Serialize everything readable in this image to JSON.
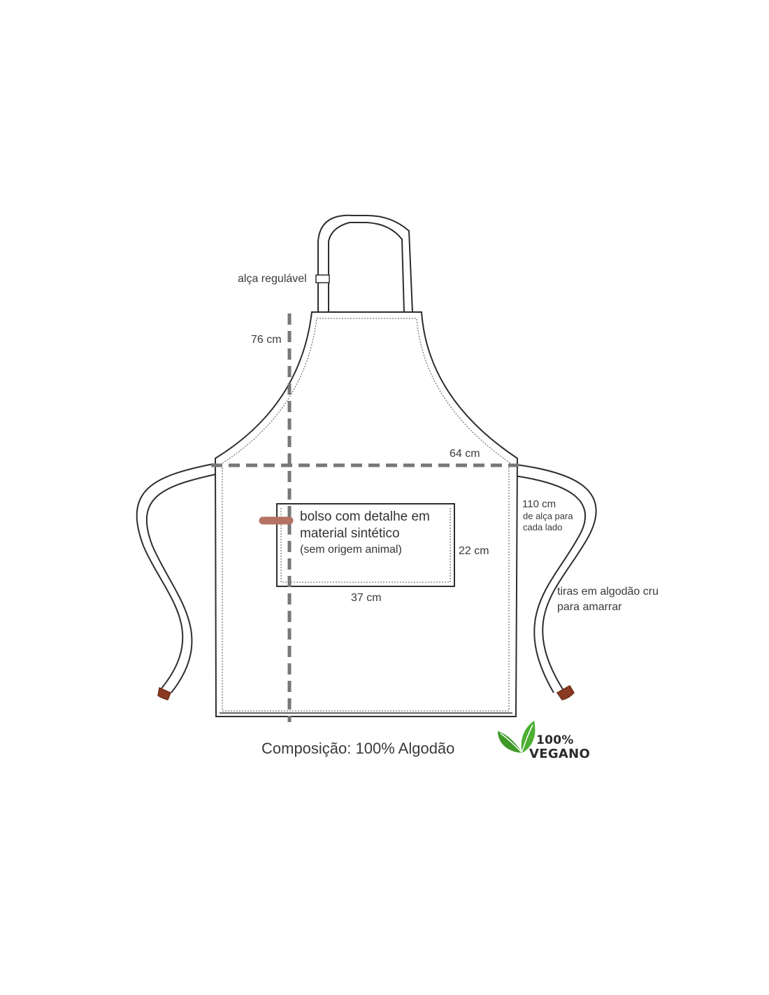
{
  "labels": {
    "adjustable_strap": "alça regulável",
    "height": "76 cm",
    "width": "64 cm",
    "strap_length": "110 cm",
    "strap_length_note_1": "de alça para",
    "strap_length_note_2": "cada lado",
    "pocket_line_1": "bolso com detalhe em",
    "pocket_line_2": "material sintético",
    "pocket_line_3": "(sem origem animal)",
    "pocket_height": "22 cm",
    "pocket_width": "37 cm",
    "ties_line_1": "tiras em algodão cru",
    "ties_line_2": "para amarrar"
  },
  "composition": "Composição: 100% Algodão",
  "badge": {
    "line_1": "100%",
    "line_2": "VEGANO",
    "icon": "leaf-icon",
    "color": "#4caf32"
  },
  "colors": {
    "outline": "#2e2e2e",
    "dimension_line": "#777777",
    "leather_accent": "#b57262",
    "tie_tip": "#8a3a22"
  }
}
